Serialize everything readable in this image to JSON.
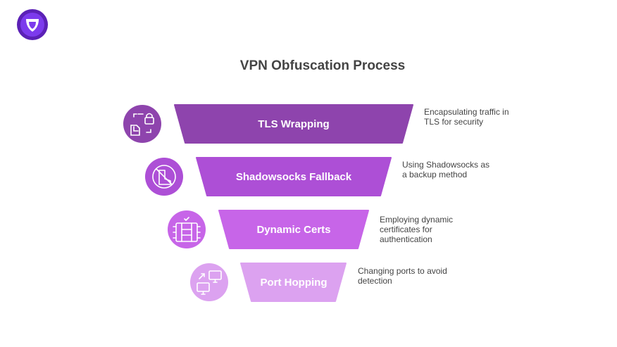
{
  "brand": {
    "logo_icon": "shield-logo-icon",
    "color": "#5b21b6"
  },
  "title": "VPN Obfuscation Process",
  "stages": [
    {
      "label": "TLS Wrapping",
      "description": "Encapsulating traffic in TLS for security",
      "color": "#8e44ad",
      "icon": "lock-frame-icon"
    },
    {
      "label": "Shadowsocks Fallback",
      "description": "Using Shadowsocks as a backup method",
      "color": "#ad4fd6",
      "icon": "blocked-boot-icon"
    },
    {
      "label": "Dynamic Certs",
      "description": "Employing dynamic certificates for authentication",
      "color": "#c765e8",
      "icon": "certificate-stack-icon"
    },
    {
      "label": "Port Hopping",
      "description": "Changing ports to avoid detection",
      "color": "#dca2f0",
      "icon": "switching-monitors-icon"
    }
  ]
}
